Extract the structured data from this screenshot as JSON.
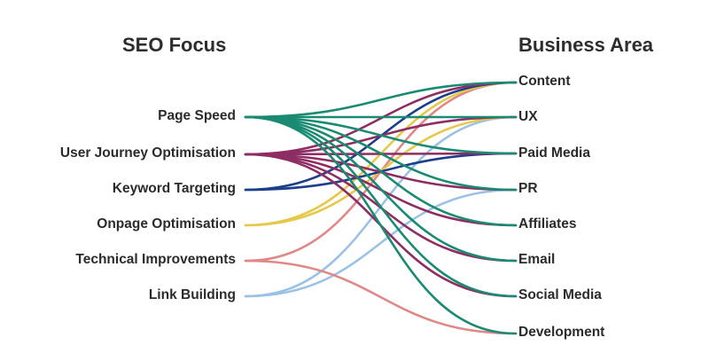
{
  "headings": {
    "left": "SEO Focus",
    "right": "Business Area"
  },
  "sources": [
    {
      "id": "page_speed",
      "label": "Page Speed",
      "color": "#1a8a72"
    },
    {
      "id": "user_journey",
      "label": "User Journey Optimisation",
      "color": "#8e2d63"
    },
    {
      "id": "keyword",
      "label": "Keyword Targeting",
      "color": "#1b3f8a"
    },
    {
      "id": "onpage",
      "label": "Onpage Optimisation",
      "color": "#e6c84a"
    },
    {
      "id": "technical",
      "label": "Technical Improvements",
      "color": "#e08787"
    },
    {
      "id": "link",
      "label": "Link Building",
      "color": "#9bc1e6"
    }
  ],
  "targets": [
    {
      "id": "content",
      "label": "Content"
    },
    {
      "id": "ux",
      "label": "UX"
    },
    {
      "id": "paid",
      "label": "Paid Media"
    },
    {
      "id": "pr",
      "label": "PR"
    },
    {
      "id": "affiliates",
      "label": "Affiliates"
    },
    {
      "id": "email",
      "label": "Email"
    },
    {
      "id": "social",
      "label": "Social Media"
    },
    {
      "id": "dev",
      "label": "Development"
    }
  ],
  "links": [
    {
      "from": "page_speed",
      "to": "content"
    },
    {
      "from": "page_speed",
      "to": "ux"
    },
    {
      "from": "page_speed",
      "to": "paid"
    },
    {
      "from": "page_speed",
      "to": "pr"
    },
    {
      "from": "page_speed",
      "to": "affiliates"
    },
    {
      "from": "page_speed",
      "to": "email"
    },
    {
      "from": "page_speed",
      "to": "social"
    },
    {
      "from": "page_speed",
      "to": "dev"
    },
    {
      "from": "user_journey",
      "to": "content"
    },
    {
      "from": "user_journey",
      "to": "ux"
    },
    {
      "from": "user_journey",
      "to": "paid"
    },
    {
      "from": "user_journey",
      "to": "pr"
    },
    {
      "from": "user_journey",
      "to": "affiliates"
    },
    {
      "from": "user_journey",
      "to": "email"
    },
    {
      "from": "user_journey",
      "to": "social"
    },
    {
      "from": "keyword",
      "to": "content"
    },
    {
      "from": "keyword",
      "to": "paid"
    },
    {
      "from": "onpage",
      "to": "content"
    },
    {
      "from": "onpage",
      "to": "ux"
    },
    {
      "from": "technical",
      "to": "content"
    },
    {
      "from": "technical",
      "to": "dev"
    },
    {
      "from": "link",
      "to": "ux"
    },
    {
      "from": "link",
      "to": "pr"
    }
  ]
}
